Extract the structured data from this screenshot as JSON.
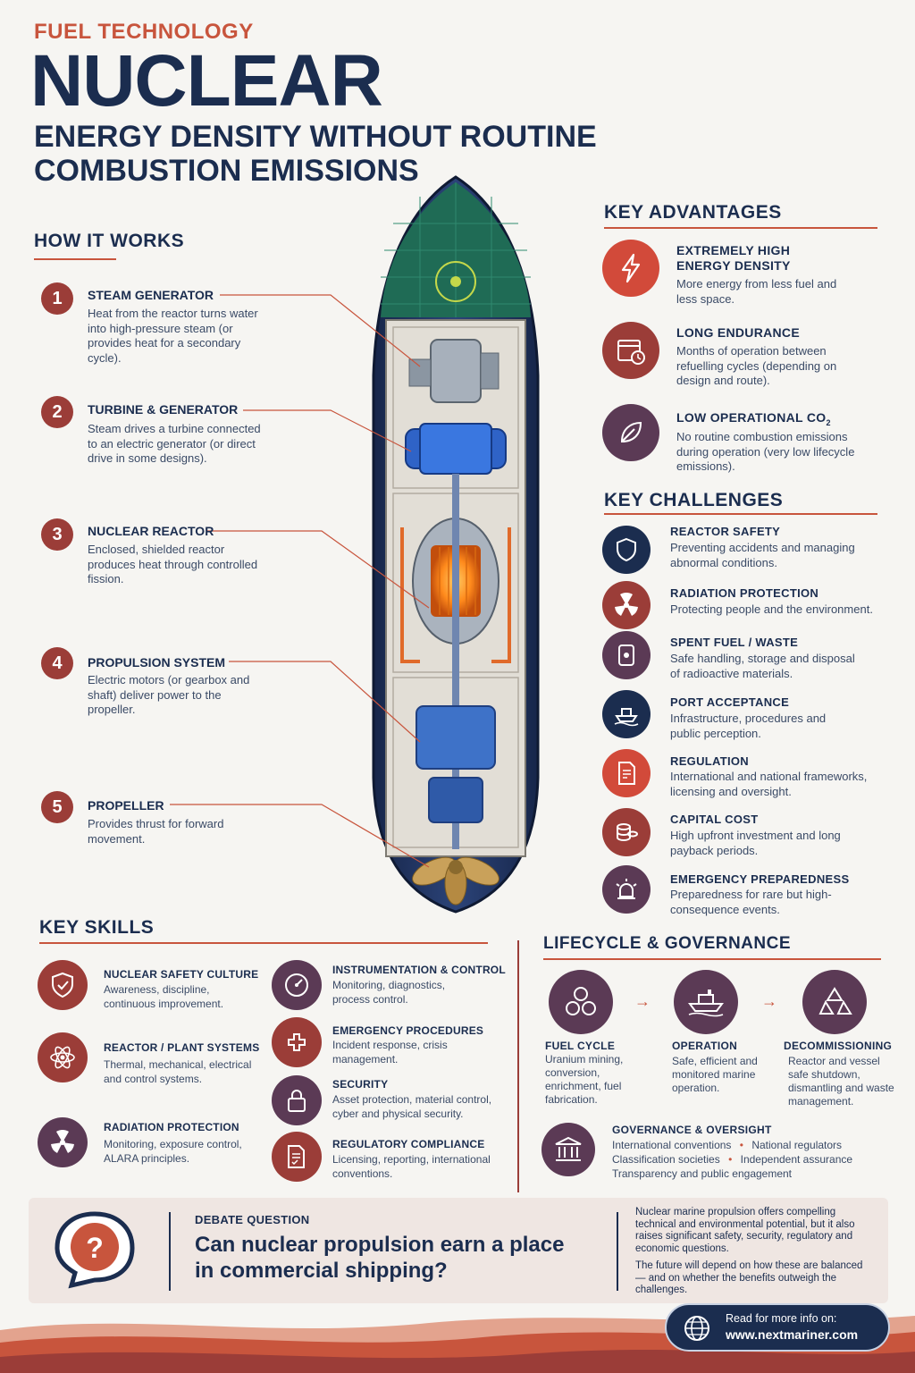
{
  "header": {
    "kicker": "FUEL TECHNOLOGY",
    "title": "NUCLEAR",
    "subtitle_line1": "ENERGY DENSITY WITHOUT ROUTINE",
    "subtitle_line2": "COMBUSTION EMISSIONS"
  },
  "how_it_works": {
    "title": "HOW IT WORKS",
    "steps": [
      {
        "num": "1",
        "title": "STEAM GENERATOR",
        "desc": "Heat from the reactor turns water into high-pressure steam (or provides heat for a secondary cycle)."
      },
      {
        "num": "2",
        "title": "TURBINE & GENERATOR",
        "desc": "Steam drives a turbine connected to an electric generator (or direct drive in some designs)."
      },
      {
        "num": "3",
        "title": "NUCLEAR REACTOR",
        "desc": "Enclosed, shielded reactor produces heat through controlled fission."
      },
      {
        "num": "4",
        "title": "PROPULSION SYSTEM",
        "desc": "Electric motors (or gearbox and shaft) deliver power to the propeller."
      },
      {
        "num": "5",
        "title": "PROPELLER",
        "desc": "Provides thrust for forward movement."
      }
    ]
  },
  "advantages": {
    "title": "KEY ADVANTAGES",
    "items": [
      {
        "title1": "EXTREMELY HIGH",
        "title2": "ENERGY DENSITY",
        "desc": "More energy from less fuel and less space.",
        "icon": "lightning-icon"
      },
      {
        "title1": "LONG ENDURANCE",
        "title2": "",
        "desc": "Months of operation between refuelling cycles (depending on design and route).",
        "icon": "calendar-clock-icon"
      },
      {
        "title1": "LOW OPERATIONAL CO",
        "title2": "",
        "sub": "2",
        "desc": "No routine combustion emissions during operation (very low lifecycle emissions).",
        "icon": "leaf-icon"
      }
    ]
  },
  "challenges": {
    "title": "KEY CHALLENGES",
    "items": [
      {
        "title": "REACTOR SAFETY",
        "desc": "Preventing accidents and managing abnormal conditions."
      },
      {
        "title": "RADIATION PROTECTION",
        "desc": "Protecting people and the environment."
      },
      {
        "title": "SPENT FUEL / WASTE",
        "desc": "Safe handling, storage and disposal of radioactive materials."
      },
      {
        "title": "PORT ACCEPTANCE",
        "desc": "Infrastructure, procedures and public perception."
      },
      {
        "title": "REGULATION",
        "desc": "International and national frameworks, licensing and oversight."
      },
      {
        "title": "CAPITAL COST",
        "desc": "High upfront investment and long payback periods."
      },
      {
        "title": "EMERGENCY PREPAREDNESS",
        "desc": "Preparedness for rare but high-consequence events."
      }
    ]
  },
  "skills": {
    "title": "KEY SKILLS",
    "items": [
      {
        "title": "NUCLEAR SAFETY CULTURE",
        "desc": "Awareness, discipline, continuous improvement."
      },
      {
        "title": "REACTOR / PLANT SYSTEMS",
        "desc": "Thermal, mechanical, electrical and control systems."
      },
      {
        "title": "RADIATION PROTECTION",
        "desc": "Monitoring, exposure control, ALARA principles."
      },
      {
        "title": "INSTRUMENTATION & CONTROL",
        "desc": "Monitoring, diagnostics, process control."
      },
      {
        "title": "EMERGENCY PROCEDURES",
        "desc": "Incident response, crisis management."
      },
      {
        "title": "SECURITY",
        "desc": "Asset protection, material control, cyber and physical security."
      },
      {
        "title": "REGULATORY COMPLIANCE",
        "desc": "Licensing, reporting, international conventions."
      }
    ]
  },
  "lifecycle": {
    "title": "LIFECYCLE & GOVERNANCE",
    "stages": [
      {
        "title": "FUEL CYCLE",
        "desc": "Uranium mining, conversion, enrichment, fuel fabrication."
      },
      {
        "title": "OPERATION",
        "desc": "Safe, efficient and monitored marine operation."
      },
      {
        "title": "DECOMMISSIONING",
        "desc": "Reactor and vessel safe shutdown, dismantling and waste management."
      }
    ],
    "arrow": "→",
    "governance_title": "GOVERNANCE & OVERSIGHT",
    "gov_line1a": "International conventions",
    "gov_line1b": "National regulators",
    "gov_line2a": "Classification societies",
    "gov_line2b": "Independent assurance",
    "gov_line3": "Transparency and public engagement",
    "bullet": "•"
  },
  "debate": {
    "label": "DEBATE QUESTION",
    "question_line1": "Can nuclear propulsion earn a place",
    "question_line2": "in commercial shipping?",
    "summary1": "Nuclear marine propulsion offers compelling technical and environmental potential, but it also raises significant safety, security, regulatory and economic questions.",
    "summary2": "The future will depend on how these are balanced — and on whether the benefits outweigh the challenges."
  },
  "footer": {
    "read_more": "Read for more info on:",
    "url": "www.nextmariner.com"
  },
  "colors": {
    "navy": "#1b2d4f",
    "accent": "#c8553d",
    "maroon": "#9b3d38",
    "plum": "#5b3a55",
    "teal_deck": "#1f6b55"
  }
}
